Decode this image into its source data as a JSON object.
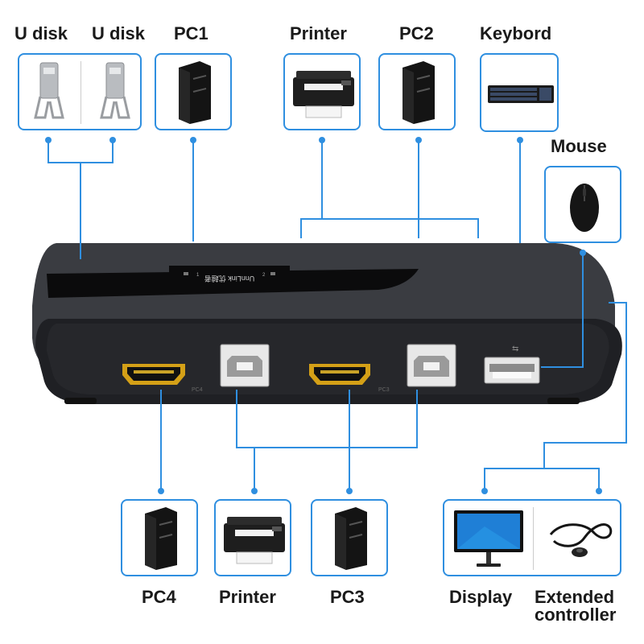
{
  "labels": {
    "u_disk_1": "U disk",
    "u_disk_2": "U disk",
    "pc1": "PC1",
    "printer_top": "Printer",
    "pc2": "PC2",
    "keyboard": "Keybord",
    "mouse": "Mouse",
    "pc4": "PC4",
    "printer_bottom": "Printer",
    "pc3": "PC3",
    "display": "Display",
    "extended_controller_line1": "Extended",
    "extended_controller_line2": "controller"
  },
  "switch_box": {
    "brand": "UnnLink 优越者",
    "port_1": "1",
    "port_2": "2",
    "hdmi_label_a": "PC4",
    "hdmi_label_b": "PC3"
  },
  "colors": {
    "connector_line": "#2f8fe0",
    "box_border": "#2f8fe0",
    "switch_body": "#2b2d31",
    "hdmi_gold": "#d4a017"
  }
}
